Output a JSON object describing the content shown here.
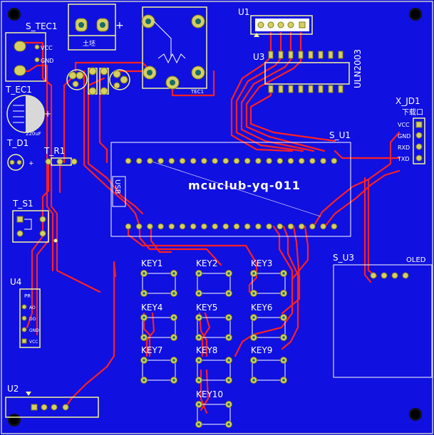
{
  "board": {
    "colors": {
      "background": "#1010e0",
      "silkscreen": "#f4f49a",
      "trace": "#ff2020",
      "pad": "#d6d060",
      "text": "#ffffff"
    },
    "title": "mcuclub-yq-011",
    "corner_hole_icon": "mount-hole-icon"
  },
  "components": {
    "s_tec1": {
      "ref": "S_TEC1",
      "pins": [
        "VCC",
        "GND"
      ]
    },
    "power_conn": {
      "plus": "+",
      "label": "土坯"
    },
    "relay": {
      "label": "TEC1"
    },
    "t_ec1": {
      "ref": "T_EC1",
      "value": "220uF",
      "plus": "+"
    },
    "t_d1": {
      "ref": "T_D1"
    },
    "t_r1": {
      "ref": "T_R1"
    },
    "t_s1": {
      "ref": "T_S1"
    },
    "u1": {
      "ref": "U1"
    },
    "u3": {
      "ref": "U3",
      "part": "ULN2003"
    },
    "x_jd1": {
      "ref": "X_JD1",
      "label": "下载口",
      "pins": [
        "VCC",
        "GND",
        "RXD",
        "TXD"
      ]
    },
    "s_u1": {
      "ref": "S_U1",
      "usb": "USB"
    },
    "s_u3": {
      "ref": "S_U3",
      "label": "OLED"
    },
    "u4": {
      "ref": "U4",
      "pins": [
        "PR",
        "AO",
        "DO",
        "GND",
        "VCC"
      ]
    },
    "u2": {
      "ref": "U2"
    },
    "keys": [
      "KEY1",
      "KEY2",
      "KEY3",
      "KEY4",
      "KEY5",
      "KEY6",
      "KEY7",
      "KEY8",
      "KEY9",
      "KEY10"
    ]
  }
}
